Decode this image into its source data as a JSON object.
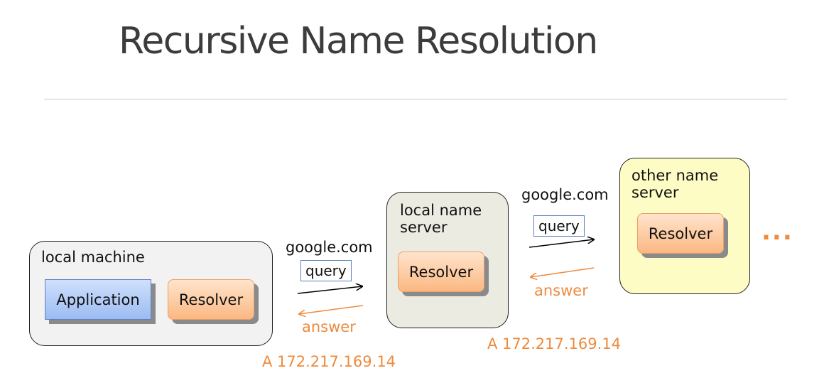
{
  "title": "Recursive Name Resolution",
  "local_machine": {
    "label": "local machine",
    "application": "Application",
    "resolver": "Resolver"
  },
  "local_name_server": {
    "label": "local name server",
    "resolver": "Resolver"
  },
  "other_name_server": {
    "label": "other name server",
    "resolver": "Resolver"
  },
  "hop1": {
    "domain": "google.com",
    "query": "query",
    "answer": "answer",
    "record": "A 172.217.169.14"
  },
  "hop2": {
    "domain": "google.com",
    "query": "query",
    "answer": "answer",
    "record": "A 172.217.169.14"
  },
  "ellipsis": "...",
  "colors": {
    "answer": "#ed8b3f",
    "query_arrow": "#000000",
    "local_machine_fill": "#f2f2f2",
    "local_server_fill": "#ecebe2",
    "other_server_fill": "#fefcc5"
  }
}
